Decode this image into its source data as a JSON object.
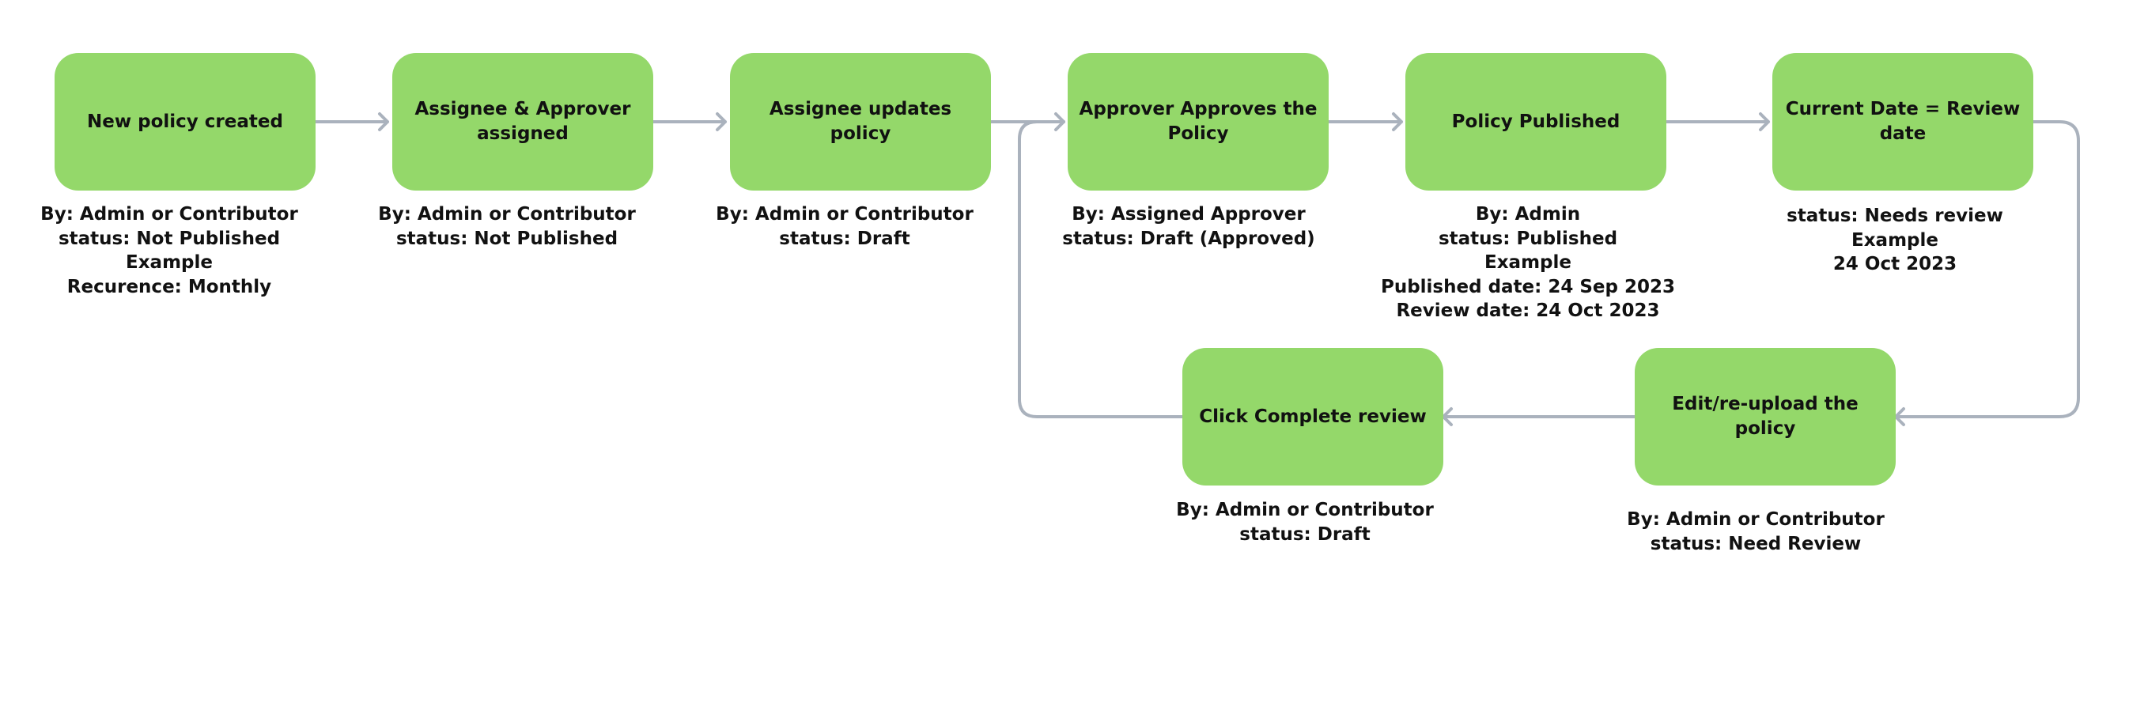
{
  "nodes": [
    {
      "id": "new-policy",
      "title": "New policy created",
      "caption": [
        "By: Admin or Contributor",
        "status: Not Published",
        "Example",
        "Recurence: Monthly"
      ]
    },
    {
      "id": "assignee-approver",
      "title": "Assignee & Approver assigned",
      "caption": [
        "By: Admin or Contributor",
        "status: Not Published"
      ]
    },
    {
      "id": "assignee-updates",
      "title": "Assignee updates policy",
      "caption": [
        "By: Admin or Contributor",
        "status: Draft"
      ]
    },
    {
      "id": "approver-approves",
      "title": "Approver Approves the Policy",
      "caption": [
        "By: Assigned Approver",
        "status: Draft (Approved)"
      ]
    },
    {
      "id": "policy-published",
      "title": "Policy Published",
      "caption": [
        "By: Admin",
        "status: Published",
        "Example",
        "Published date: 24 Sep 2023",
        "Review date: 24 Oct 2023"
      ]
    },
    {
      "id": "review-date",
      "title": "Current Date = Review date",
      "caption": [
        "status: Needs review",
        "Example",
        "24 Oct 2023"
      ]
    },
    {
      "id": "edit-reupload",
      "title": "Edit/re-upload the policy",
      "caption": [
        "By: Admin or Contributor",
        "status: Need Review"
      ]
    },
    {
      "id": "complete-review",
      "title": "Click Complete review",
      "caption": [
        "By: Admin or Contributor",
        "status: Draft"
      ]
    }
  ],
  "colors": {
    "node_fill": "#94d86a",
    "connector": "#aab2bd",
    "text": "#111111"
  }
}
